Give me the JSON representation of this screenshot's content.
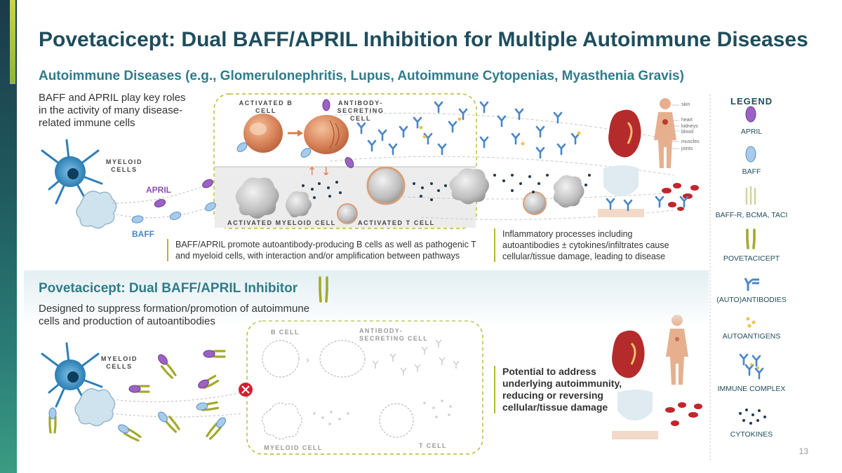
{
  "slide": {
    "title": "Povetacicept: Dual BAFF/APRIL Inhibition for Multiple Autoimmune Diseases",
    "subtitle": "Autoimmune Diseases (e.g., Glomerulonephritis, Lupus, Autoimmune Cytopenias, Myasthenia Gravis)",
    "page_number": "13"
  },
  "top": {
    "intro": "BAFF and APRIL play key roles in the activity of many disease-related immune cells",
    "myeloid_label": "MYELOID CELLS",
    "april_label": "APRIL",
    "baff_label": "BAFF",
    "activated_b_label": "ACTIVATED B CELL",
    "antibody_secreting_label": "ANTIBODY-SECRETING CELL",
    "activated_myeloid_label": "ACTIVATED MYELOID CELL",
    "activated_t_label": "ACTIVATED T CELL",
    "promote_note": "BAFF/APRIL promote autoantibody-producing B cells as well as pathogenic T and myeloid cells, with interaction and/or amplification between pathways",
    "inflammatory_note": "Inflammatory processes including autoantibodies ± cytokines/infiltrates cause cellular/tissue damage, leading to disease",
    "body_labels": [
      "skin",
      "heart",
      "kidneys",
      "blood",
      "muscles",
      "joints"
    ]
  },
  "bottom": {
    "title": "Povetacicept: Dual BAFF/APRIL Inhibitor",
    "description": "Designed to suppress formation/promotion of autoimmune cells and production of autoantibodies",
    "myeloid_label": "MYELOID CELLS",
    "b_cell_label": "B CELL",
    "antibody_secreting_label": "ANTIBODY-SECRETING CELL",
    "myeloid_cell_label": "MYELOID CELL",
    "t_cell_label": "T CELL",
    "potential_note": "Potential to address underlying autoimmunity, reducing or reversing cellular/tissue damage"
  },
  "legend": {
    "title": "LEGEND",
    "items": [
      {
        "label": "APRIL",
        "icon": "april-icon"
      },
      {
        "label": "BAFF",
        "icon": "baff-icon"
      },
      {
        "label": "BAFF-R, BCMA, TACI",
        "icon": "receptor-icon"
      },
      {
        "label": "POVETACICEPT",
        "icon": "povetacicept-icon"
      },
      {
        "label": "(AUTO)ANTIBODIES",
        "icon": "antibody-icon"
      },
      {
        "label": "AUTOANTIGENS",
        "icon": "autoantigen-icon"
      },
      {
        "label": "IMMUNE COMPLEX",
        "icon": "immune-complex-icon"
      },
      {
        "label": "CYTOKINES",
        "icon": "cytokines-icon"
      }
    ]
  },
  "colors": {
    "title": "#1f4d5c",
    "subtitle": "#2f7c8a",
    "april": "#8a4fb0",
    "baff": "#4a86c7",
    "povetacicept": "#9aa02a",
    "dash_border": "#b5b830"
  }
}
